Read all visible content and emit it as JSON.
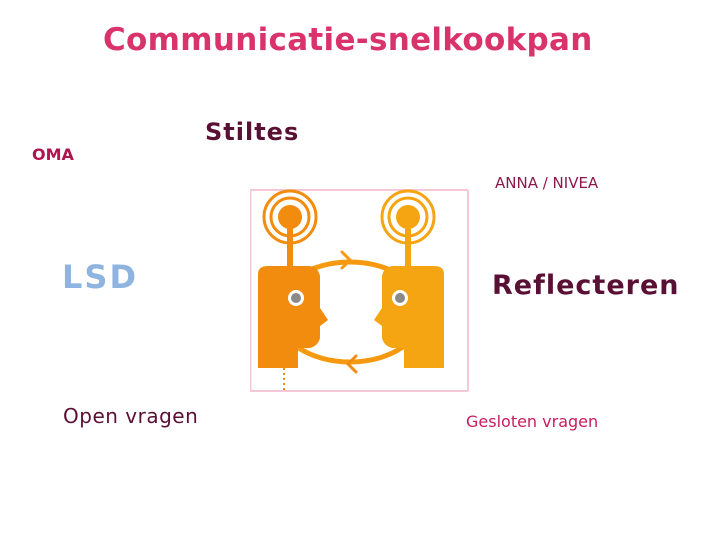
{
  "slide": {
    "title": "Communicatie-snelkookpan",
    "labels": {
      "oma": "OMA",
      "stiltes": "Stiltes",
      "anna_nivea": "ANNA / NIVEA",
      "lsd": "LSD",
      "reflecteren": "Reflecteren",
      "open_vragen": "Open vragen",
      "gesloten_vragen": "Gesloten vragen"
    },
    "colors": {
      "title": "#d9336b",
      "head_left": "#f28c0f",
      "head_right": "#f5a412",
      "lsd": "#8fb4df"
    },
    "illustration": "two-heads-communication-cycle"
  }
}
